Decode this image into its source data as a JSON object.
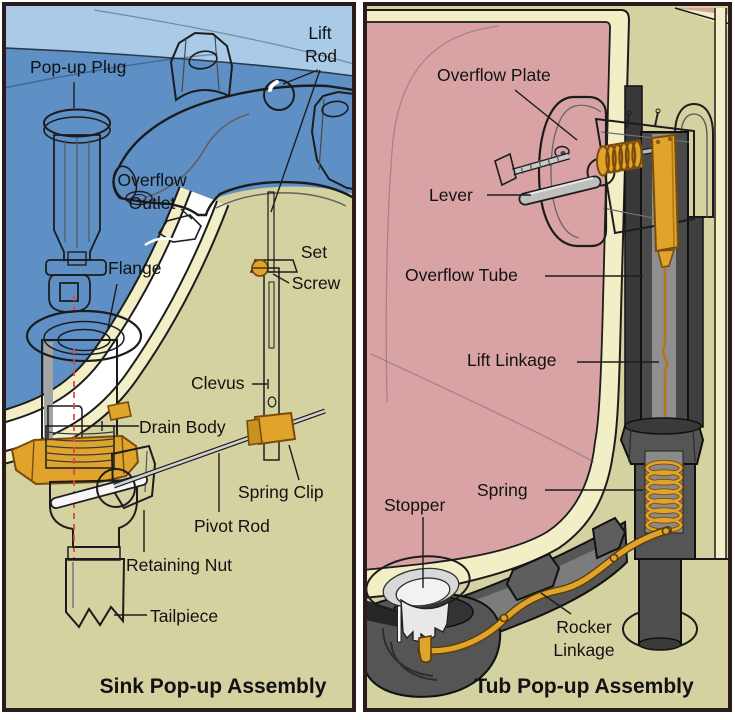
{
  "figure": {
    "left_panel": {
      "title": "Sink Pop-up Assembly",
      "labels": {
        "popup_plug": "Pop-up Plug",
        "lift_rod_line1": "Lift",
        "lift_rod_line2": "Rod",
        "overflow_outlet_line1": "Overflow",
        "overflow_outlet_line2": "Outlet",
        "flange": "Flange",
        "set_screw_line1": "Set",
        "set_screw_line2": "Screw",
        "clevus": "Clevus",
        "drain_body": "Drain Body",
        "spring_clip": "Spring Clip",
        "pivot_rod": "Pivot Rod",
        "retaining_nut": "Retaining Nut",
        "tailpiece": "Tailpiece"
      }
    },
    "right_panel": {
      "title": "Tub Pop-up Assembly",
      "labels": {
        "overflow_plate": "Overflow Plate",
        "lever": "Lever",
        "overflow_tube": "Overflow Tube",
        "lift_linkage": "Lift Linkage",
        "spring": "Spring",
        "stopper": "Stopper",
        "rocker_linkage_line1": "Rocker",
        "rocker_linkage_line2": "Linkage"
      }
    },
    "colors": {
      "background": "#ffffff",
      "panel_border": "#2b1b1b",
      "counter_tan": "#d5d2a2",
      "water_light": "#aacbe7",
      "water_blue": "#5e90c6",
      "tub_pink": "#d9a3a5",
      "cross_section_cream": "#f2eec6",
      "metal_gray": "#b6b6b6",
      "dark_pipe": "#4a4a4a",
      "brass_gold": "#e0a42c",
      "outline": "#1c1c1c",
      "center_line_red": "#e04848"
    }
  }
}
